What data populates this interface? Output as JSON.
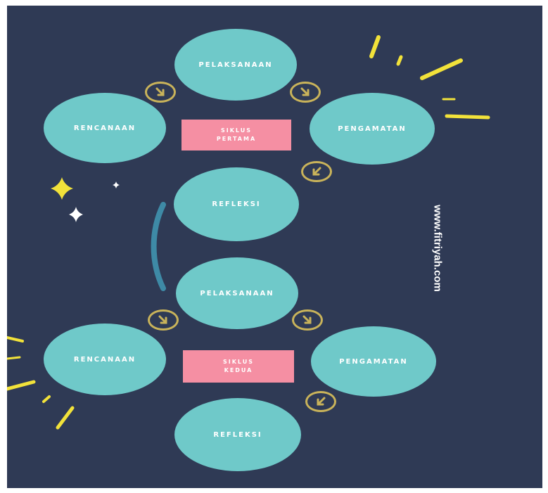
{
  "cycle1": {
    "top": "PELAKSANAAN",
    "left": "RENCANAAN",
    "right": "PENGAMATAN",
    "bottom": "REFLEKSI",
    "center": [
      "SIKLUS",
      "PERTAMA"
    ]
  },
  "cycle2": {
    "top": "PELAKSANAAN",
    "left": "RENCANAAN",
    "right": "PENGAMATAN",
    "bottom": "REFLEKSI",
    "center": [
      "SIKLUS",
      "KEDUA"
    ]
  },
  "watermark": "www.fitriyah.com",
  "colors": {
    "background": "#2f3a55",
    "node": "#6fc9c9",
    "label_box": "#f58fa3",
    "arrow_ring": "#c9b35a",
    "accent": "#f2e23a",
    "connector": "#3e8aa6"
  },
  "icons": [
    "arrow-down-right-icon",
    "arrow-down-left-icon",
    "sparkle-icon",
    "burst-lines-icon"
  ]
}
